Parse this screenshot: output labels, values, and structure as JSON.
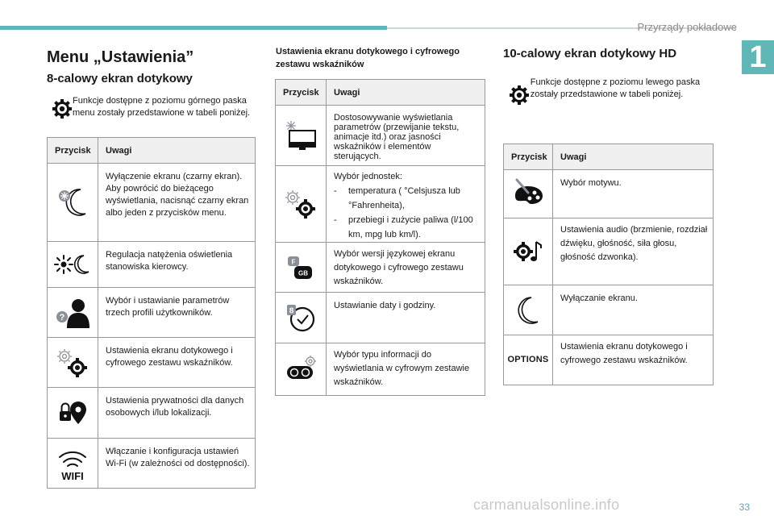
{
  "header": {
    "running_head": "Przyrządy pokładowe",
    "chapter": "1"
  },
  "left": {
    "title": "Menu „Ustawienia”",
    "subtitle": "8-calowy ekran dotykowy",
    "intro": "Funkcje dostępne z poziomu górnego paska menu zostały przedstawione w tabeli poniżej.",
    "table": {
      "col1": "Przycisk",
      "col2": "Uwagi",
      "rows": [
        {
          "icon": "moon-dim-icon",
          "text": "Wyłączenie ekranu (czarny ekran).\nAby powrócić do bieżącego wyświetlania, nacisnąć czarny ekran albo jeden z przycisków menu."
        },
        {
          "icon": "brightness-icon",
          "text": "Regulacja natężenia oświetlenia stanowiska kierowcy."
        },
        {
          "icon": "user-profile-icon",
          "text": "Wybór i ustawianie parametrów trzech profili użytkowników."
        },
        {
          "icon": "two-gears-icon",
          "text": "Ustawienia ekranu dotykowego i cyfrowego zestawu wskaźników."
        },
        {
          "icon": "privacy-icon",
          "text": "Ustawienia prywatności dla danych osobowych i/lub lokalizacji."
        },
        {
          "icon": "wifi-icon",
          "text": "Włączanie i konfiguracja ustawień Wi-Fi (w zależności od dostępności).",
          "icon_label": "WIFI"
        }
      ]
    }
  },
  "middle": {
    "heading": "Ustawienia ekranu dotykowego i cyfrowego zestawu wskaźników",
    "table": {
      "col1": "Przycisk",
      "col2": "Uwagi",
      "rows": [
        {
          "icon": "screen-settings-icon",
          "text": "Dostosowywanie wyświetlania parametrów (przewijanie tekstu, animacje itd.) oraz jasności wskaźników i elementów sterujących."
        },
        {
          "icon": "units-gears-icon",
          "intro": "Wybór jednostek:",
          "items": [
            "temperatura ( °Celsjusza lub °Fahrenheita),",
            "przebiegi i zużycie paliwa (l/100 km, mpg lub km/l)."
          ]
        },
        {
          "icon": "language-icon",
          "text": "Wybór wersji językowej ekranu dotykowego i cyfrowego zestawu wskaźników.",
          "icon_label_top": "F",
          "icon_label_bottom": "GB"
        },
        {
          "icon": "clock-icon",
          "text": "Ustawianie daty i godziny.",
          "icon_label": "8"
        },
        {
          "icon": "gauge-gear-icon",
          "text": "Wybór typu informacji do wyświetlania w cyfrowym zestawie wskaźników."
        }
      ]
    }
  },
  "right": {
    "title": "10-calowy ekran dotykowy HD",
    "intro": "Funkcje dostępne z poziomu lewego paska zostały przedstawione w tabeli poniżej.",
    "table": {
      "col1": "Przycisk",
      "col2": "Uwagi",
      "rows": [
        {
          "icon": "palette-icon",
          "text": "Wybór motywu."
        },
        {
          "icon": "audio-gear-icon",
          "text": "Ustawienia audio (brzmienie, rozdział dźwięku, głośność, siła głosu, głośność dzwonka)."
        },
        {
          "icon": "moon-icon",
          "text": "Wyłączanie ekranu."
        },
        {
          "icon": "options-icon",
          "text": "Ustawienia ekranu dotykowego i cyfrowego zestawu wskaźników.",
          "icon_label": "OPTIONS"
        }
      ]
    }
  },
  "footer": {
    "page_number": "33",
    "watermark": "carmanualsonline.info"
  }
}
